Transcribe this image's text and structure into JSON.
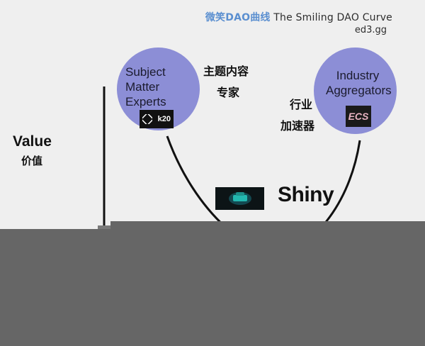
{
  "title": {
    "cn": "微笑DAO曲线",
    "en": "The Smiling DAO Curve"
  },
  "site": "ed3.gg",
  "left_circle": {
    "lines": [
      "Subject",
      "Matter",
      "Experts"
    ],
    "logo_text": "k20"
  },
  "left_cn_label": [
    "主题内容",
    "专家"
  ],
  "right_circle": {
    "lines": [
      "Industry",
      "Aggregators"
    ],
    "logo_text": "ECS"
  },
  "right_cn_label": [
    "行业",
    "加速器"
  ],
  "axis": {
    "value_label": "Value",
    "value_cn": "价值"
  },
  "center_brand": "Shiny",
  "colors": {
    "circle": "#8c8ed6",
    "title_cn": "#5b8fd0",
    "overlay_gray": "#666666",
    "background": "#efefef"
  }
}
